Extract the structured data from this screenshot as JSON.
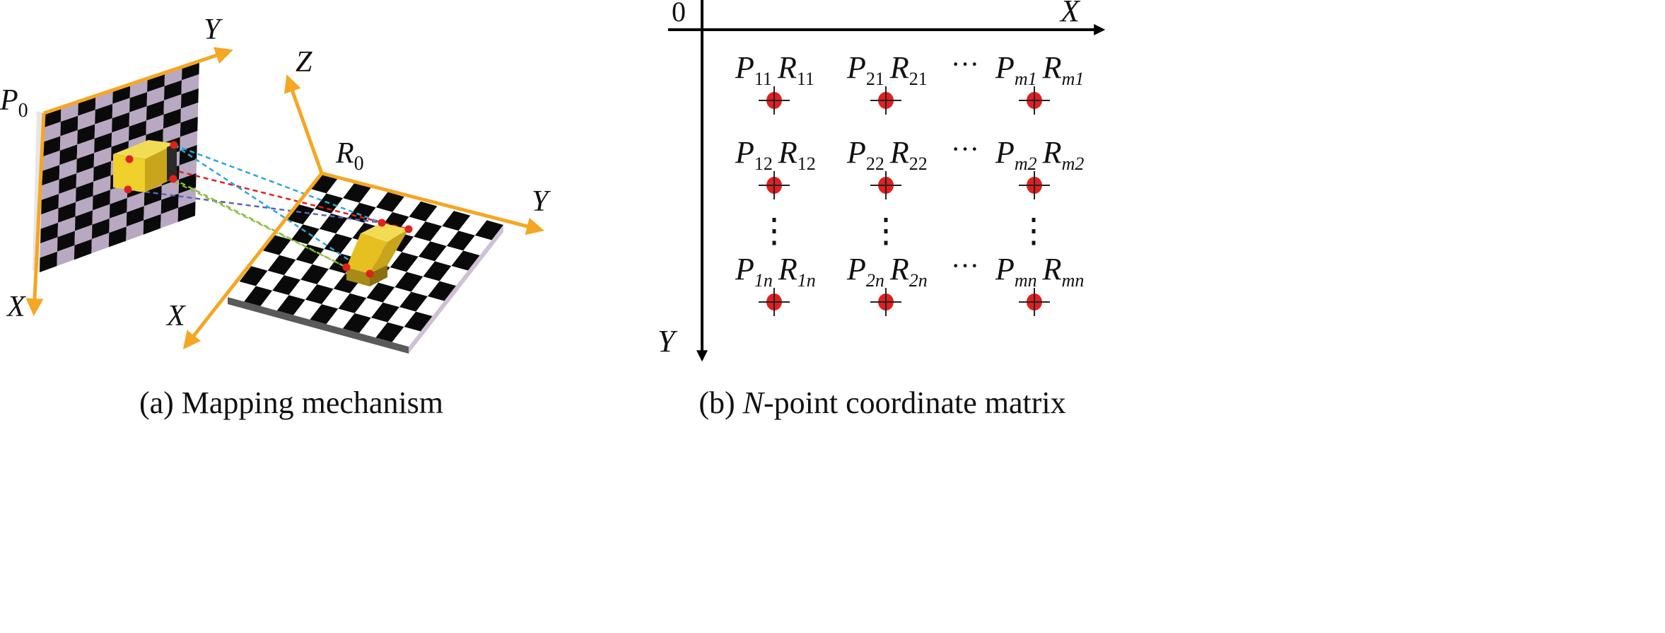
{
  "panel_a": {
    "caption": "(a) Mapping mechanism",
    "plane_p": {
      "label": "P",
      "sub": "0",
      "x_label": "X",
      "y_label": "Y"
    },
    "plane_r": {
      "label": "R",
      "sub": "0",
      "x_label": "X",
      "y_label": "Y",
      "z_label": "Z"
    },
    "colors": {
      "axis": "#F5A623",
      "dark_square": "#0a0a0a",
      "light_square_p": "#b8a8c2",
      "light_square_r": "#ffffff",
      "block": "#E8C22A",
      "point": "#E02020",
      "link_lines": [
        "#2AA8D8",
        "#E02020",
        "#6060C0",
        "#88C040",
        "#2AA8D8"
      ]
    }
  },
  "panel_b": {
    "caption_pre": "(b) ",
    "caption_italic": "N",
    "caption_post": "-point coordinate matrix",
    "origin": "0",
    "x_axis_label": "X",
    "y_axis_label": "Y",
    "ellipsis_h": "···",
    "ellipsis_v": "⋮",
    "rows": [
      [
        {
          "p_sub": "11",
          "r_sub": "11"
        },
        {
          "p_sub": "21",
          "r_sub": "21"
        },
        {
          "p_sub": "m1",
          "r_sub": "m1"
        }
      ],
      [
        {
          "p_sub": "12",
          "r_sub": "12"
        },
        {
          "p_sub": "22",
          "r_sub": "22"
        },
        {
          "p_sub": "m2",
          "r_sub": "m2"
        }
      ],
      [
        {
          "p_sub": "1n",
          "r_sub": "1n"
        },
        {
          "p_sub": "2n",
          "r_sub": "2n"
        },
        {
          "p_sub": "mn",
          "r_sub": "mn"
        }
      ]
    ],
    "colors": {
      "marker": "#E02020",
      "axis": "#000000"
    }
  }
}
